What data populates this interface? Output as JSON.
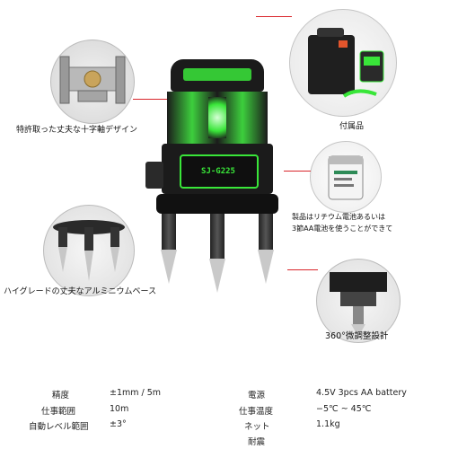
{
  "product": {
    "model": "SJ-G225"
  },
  "callouts": {
    "patent_design": "特許取った丈夫な十字軸デザイン",
    "accessories": "付属品",
    "battery_line1": "製品はリチウム電池あるいは",
    "battery_line2": "3節AA電池を使うことができて",
    "aluminium_base": "ハイグレードの丈夫なアルミニウムベース",
    "fine_adjust": "360°微調整設計"
  },
  "specs": [
    {
      "label": "精度",
      "value": "±1mm / 5m"
    },
    {
      "label": "仕事範囲",
      "value": "10m"
    },
    {
      "label": "自動レベル範囲",
      "value": "±3°"
    },
    {
      "label": "電源",
      "value": "4.5V  3pcs AA battery"
    },
    {
      "label": "仕事温度",
      "value": "−5℃ ~ 45℃"
    },
    {
      "label": "ネット",
      "value": "1.1kg"
    },
    {
      "label": "耐震",
      "value": ""
    }
  ],
  "colors": {
    "accent_red": "#d9262b",
    "laser_green": "#39e639",
    "body_black": "#1b1b1b"
  }
}
